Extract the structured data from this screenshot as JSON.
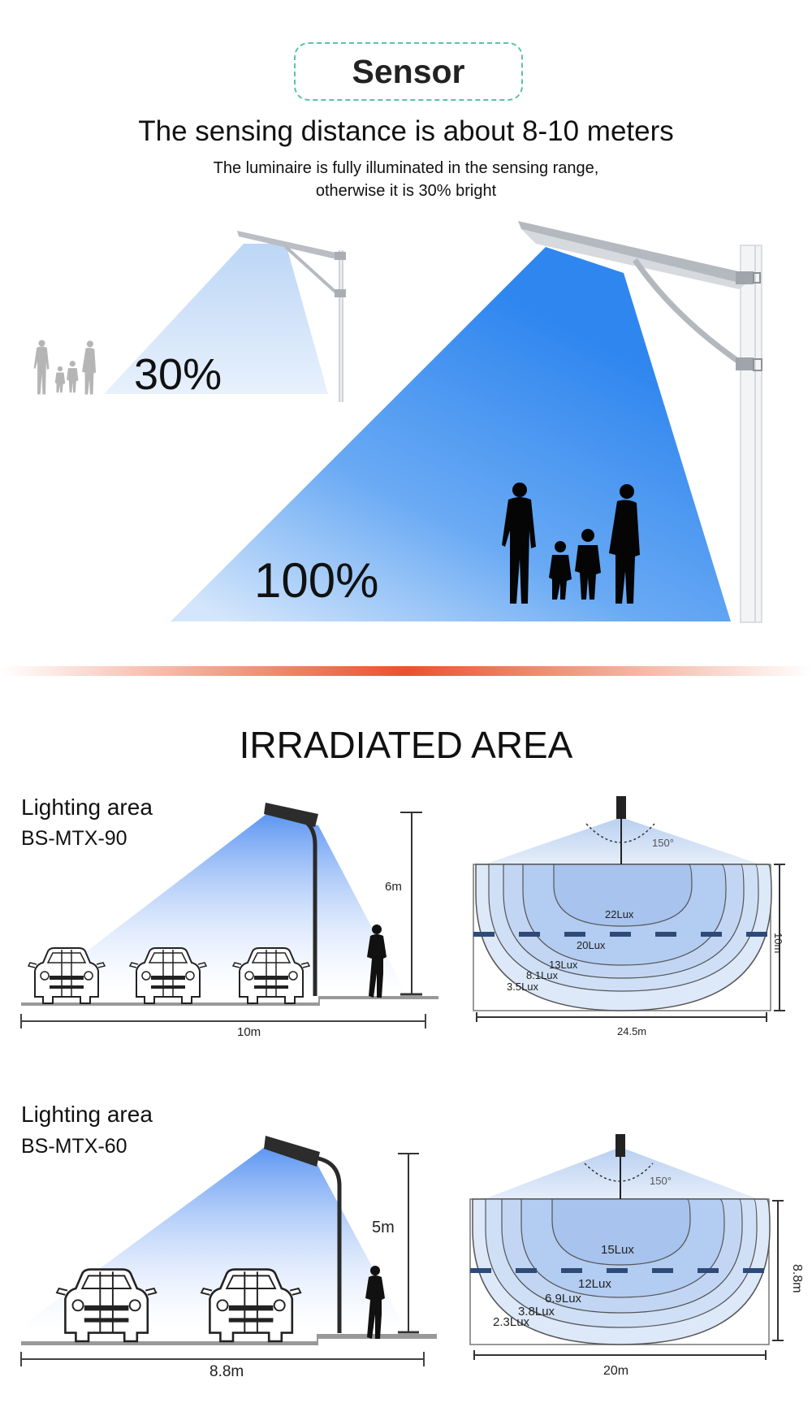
{
  "sensor_section": {
    "badge_label": "Sensor",
    "headline": "The sensing distance is about 8-10 meters",
    "subline_1": "The luminaire is fully illuminated in the sensing range,",
    "subline_2": "otherwise it is 30% bright",
    "dim_state_label": "30%",
    "full_state_label": "100%",
    "colors": {
      "badge_border": "#5cc2a8",
      "cone_full": "#3a8ff0",
      "cone_dim": "#c9def8",
      "divider": "#e8532a"
    }
  },
  "irradiated_section": {
    "title": "IRRADIATED AREA",
    "panels": [
      {
        "heading": "Lighting area",
        "model": "BS-MTX-90",
        "pole_height": "6m",
        "road_width": "10m",
        "beam_angle": "150°",
        "area_width": "24.5m",
        "area_depth": "10m",
        "lux_levels": [
          "22Lux",
          "20Lux",
          "13Lux",
          "8.1Lux",
          "3.5Lux"
        ]
      },
      {
        "heading": "Lighting area",
        "model": "BS-MTX-60",
        "pole_height": "5m",
        "road_width": "8.8m",
        "beam_angle": "150°",
        "area_width": "20m",
        "area_depth": "8.8m",
        "lux_levels": [
          "15Lux",
          "12Lux",
          "6.9Lux",
          "3.8Lux",
          "2.3Lux"
        ]
      }
    ]
  }
}
